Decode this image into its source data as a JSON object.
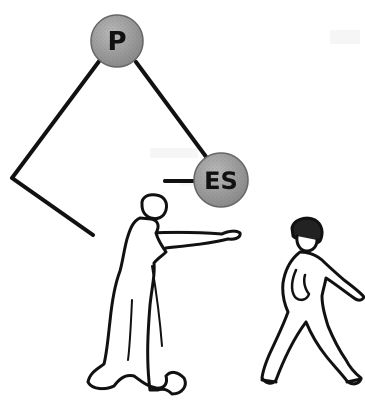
{
  "diagram": {
    "nodes": [
      {
        "id": "p",
        "label": "P"
      },
      {
        "id": "es",
        "label": "ES"
      }
    ],
    "colors": {
      "ink": "#111111",
      "node_fill": "#9a9a9a",
      "node_edge": "#555555",
      "paper": "#ffffff",
      "bleed_through": "#e6e6e6"
    },
    "figures": [
      {
        "id": "pointing-figure",
        "icon": "pointing-person-icon"
      },
      {
        "id": "walking-figure",
        "icon": "walking-person-icon"
      }
    ]
  }
}
